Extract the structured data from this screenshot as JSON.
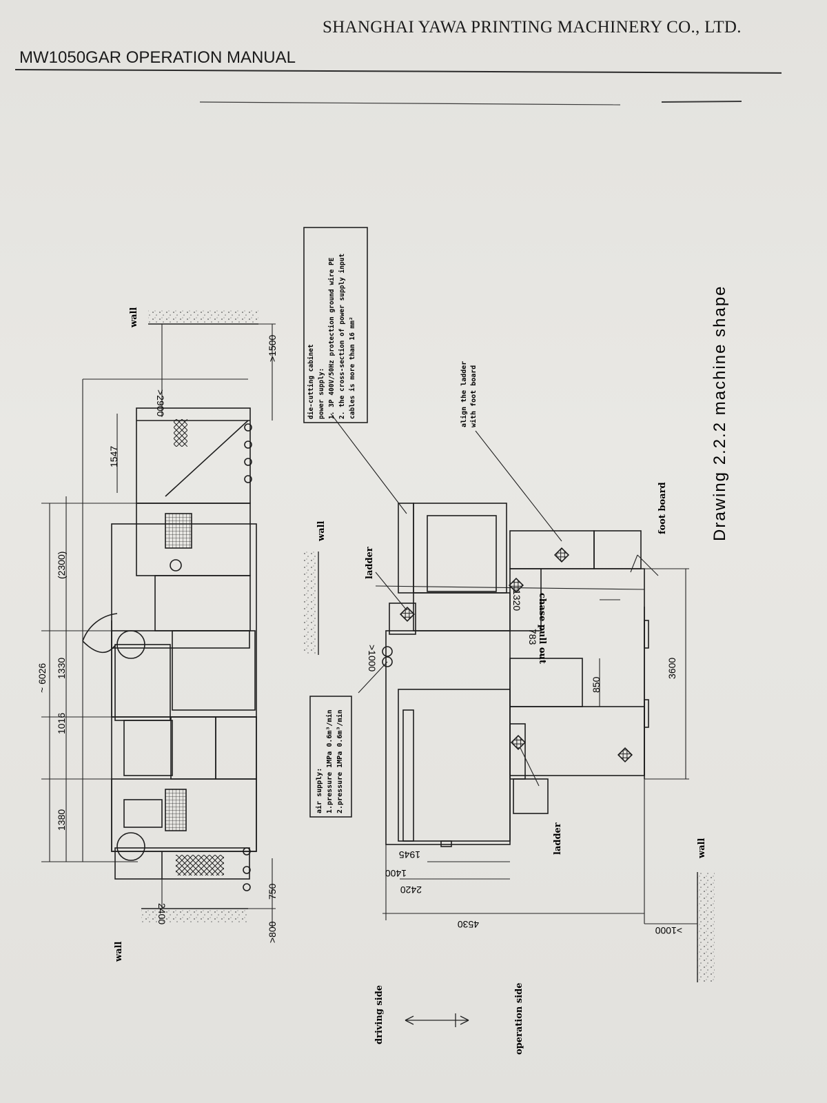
{
  "header": {
    "company": "SHANGHAI YAWA PRINTING MACHINERY CO., LTD.",
    "manual": "MW1050GAR OPERATION MANUAL"
  },
  "drawing": {
    "caption": "Drawing 2.2.2 machine shape",
    "labels": {
      "wall": "wall",
      "ladder": "ladder",
      "foot_board": "foot board",
      "align_ladder_1": "align the ladder",
      "align_ladder_2": "with foot board",
      "chase_pull_out": "chase pull out",
      "driving_side": "driving side",
      "operation_side": "operation side"
    },
    "cabinet_note": [
      "die-cutting cabinet",
      "power supply:",
      "1. 3P 400V/50Hz  protection ground wire PE",
      "2. the cross-section of power supply input",
      "   cables is more than 16 mm²"
    ],
    "air_note": [
      "air supply:",
      "1.pressure 1MPa  0.6m³/min",
      "2.pressure 1MPa  0.6m³/min"
    ],
    "dimensions": {
      "overall": "~ 6026",
      "d1380": "1380",
      "d1016": "1016",
      "d1330": "1330",
      "d2300": "(2300)",
      "d1547": "1547",
      "d2900": ">2900",
      "d1500": ">1500",
      "d750": "750",
      "d800": ">800",
      "d2400": "2400",
      "d1000a": ">1000",
      "d1000b": ">1000",
      "d1945": "1945",
      "d1400": "1400",
      "d2420": "2420",
      "d4530": "4530",
      "d783": "783",
      "d850": "850",
      "d1320": "1320",
      "d3600": "3600"
    }
  }
}
